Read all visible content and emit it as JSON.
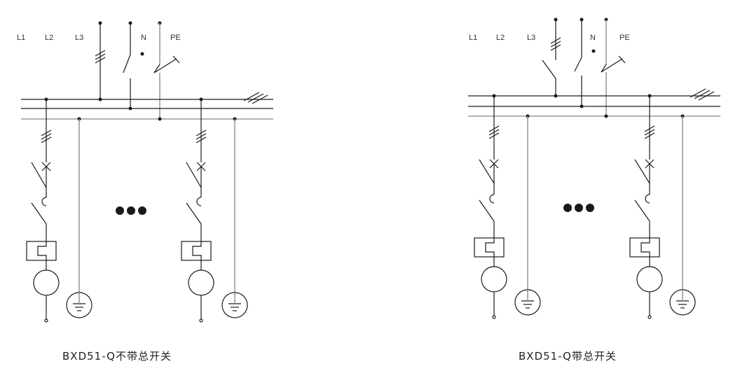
{
  "diagrams": [
    {
      "phase_labels": [
        "L1",
        "L2",
        "L3",
        "N",
        "PE"
      ],
      "caption": "BXD51-Q不带总开关",
      "has_main_switch": false
    },
    {
      "phase_labels": [
        "L1",
        "L2",
        "L3",
        "N",
        "PE"
      ],
      "caption": "BXD51-Q带总开关",
      "has_main_switch": true
    }
  ],
  "ellipsis": "●●●",
  "colors": {
    "line": "#1a1a1a",
    "pe_line": "#9a9a9a",
    "text": "#333333"
  }
}
